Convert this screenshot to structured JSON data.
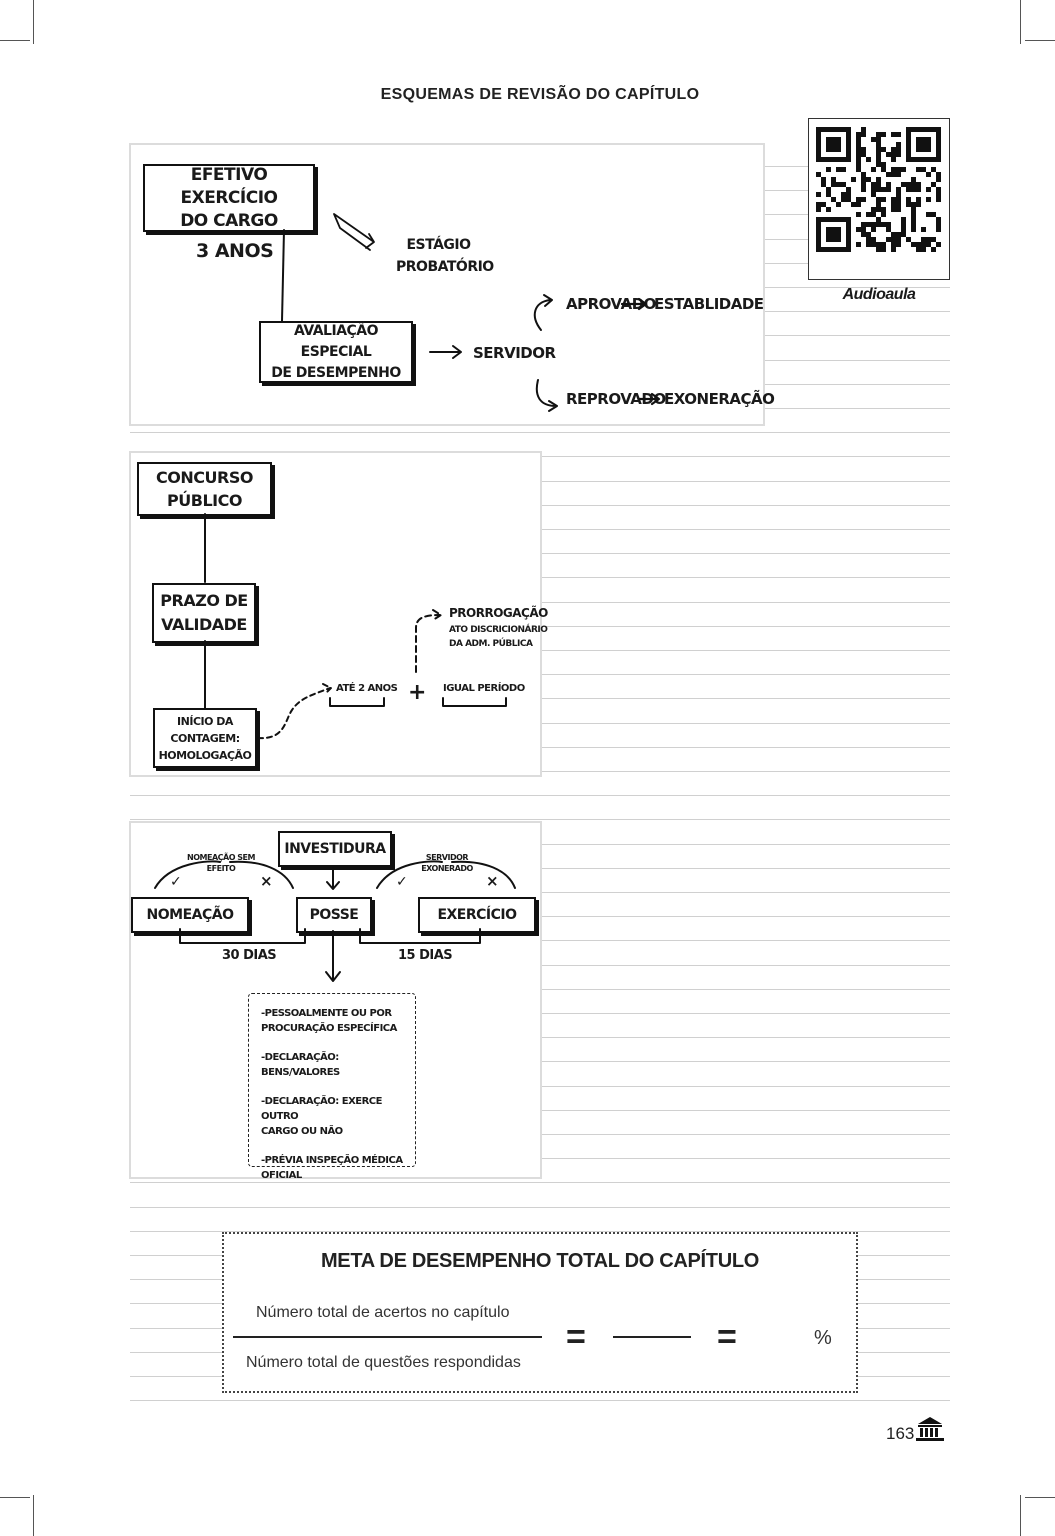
{
  "header": {
    "title": "ESQUEMAS DE REVISÃO DO CAPÍTULO"
  },
  "qr": {
    "label": "Audioaula",
    "icon": "qr-code-icon"
  },
  "scheme1": {
    "main_box": [
      "EFETIVO EXERCÍCIO",
      "DO CARGO"
    ],
    "duration": "3 ANOS",
    "stage": [
      "ESTÁGIO",
      "PROBATÓRIO"
    ],
    "evaluation_box": [
      "AVALIAÇÃO ESPECIAL",
      "DE DESEMPENHO"
    ],
    "server": "SERVIDOR",
    "approved": "APROVADO",
    "stability": "ESTABLIDADE",
    "rejected": "REPROVADO",
    "exoneration": "EXONERAÇÃO"
  },
  "scheme2": {
    "contest_box": [
      "CONCURSO",
      "PÚBLICO"
    ],
    "validity_box": [
      "PRAZO DE",
      "VALIDADE"
    ],
    "start_box": [
      "INÍCIO DA",
      "CONTAGEM:",
      "HOMOLOGAÇÃO"
    ],
    "up_to": "ATÉ 2 ANOS",
    "plus": "+",
    "equal_period": "IGUAL PERÍODO",
    "extension": "PRORROGAÇÃO",
    "extension_note": [
      "ATO DISCRICIONÁRIO",
      "DA ADM. PÚBLICA"
    ]
  },
  "scheme3": {
    "investiture": "INVESTIDURA",
    "appointment": "NOMEAÇÃO",
    "possession": "POSSE",
    "exercise": "EXERCÍCIO",
    "no_effect": [
      "NOMEAÇÃO SEM",
      "EFEITO"
    ],
    "exonerated": [
      "SERVIDOR",
      "EXONERADO"
    ],
    "days_30": "30 DIAS",
    "days_15": "15 DIAS",
    "check": "✓",
    "cross": "×",
    "requirements": [
      [
        "-PESSOALMENTE OU POR",
        "PROCURAÇÃO ESPECÍFICA"
      ],
      [
        "-DECLARAÇÃO: BENS/VALORES"
      ],
      [
        "-DECLARAÇÃO: EXERCE OUTRO",
        "CARGO OU NÃO"
      ],
      [
        "-PRÉVIA INSPEÇÃO MÉDICA",
        "OFICIAL"
      ]
    ]
  },
  "meta": {
    "title": "META DE DESEMPENHO TOTAL DO CAPÍTULO",
    "numerator": "Número total de acertos no capítulo",
    "denominator": "Número total de questões respondidas",
    "equals": "=",
    "percent": "%"
  },
  "footer": {
    "page_number": "163",
    "icon": "book-building-icon"
  }
}
